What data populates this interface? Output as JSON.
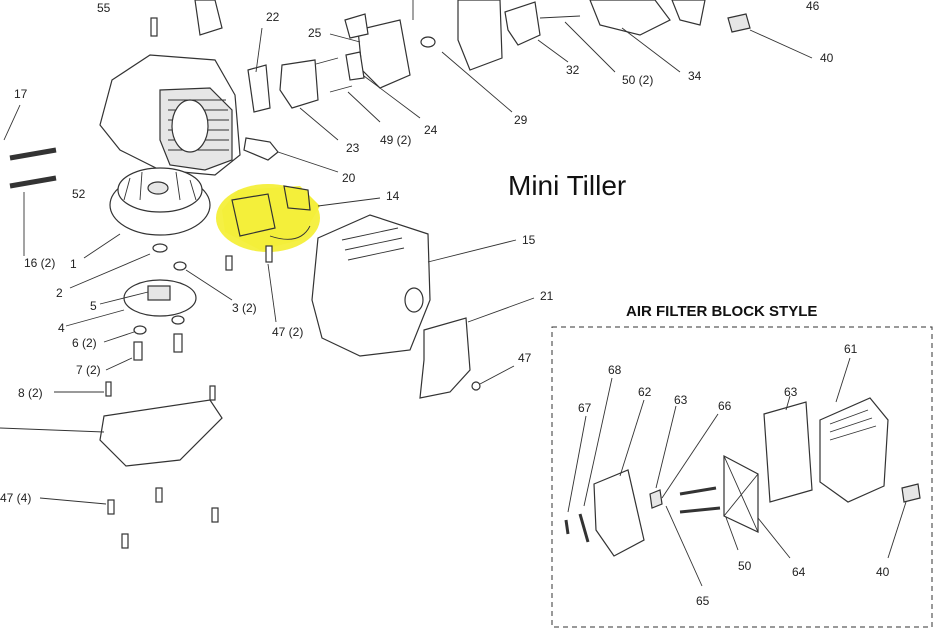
{
  "diagram": {
    "title": "Mini Tiller",
    "inset_title": "AIR FILTER BLOCK STYLE",
    "highlight_color": "#f4ef3a",
    "callouts": {
      "c55": "55",
      "c22": "22",
      "c25": "25",
      "c46": "46",
      "c40a": "40",
      "c32": "32",
      "c50_2": "50 (2)",
      "c34": "34",
      "c29": "29",
      "c49_2": "49 (2)",
      "c24": "24",
      "c23": "23",
      "c20": "20",
      "c17": "17",
      "c52": "52",
      "c14": "14",
      "c15": "15",
      "c16_2": "16 (2)",
      "c1": "1",
      "c2": "2",
      "c3_2": "3 (2)",
      "c5": "5",
      "c4": "4",
      "c47_2": "47 (2)",
      "c21": "21",
      "c6_2": "6 (2)",
      "c7_2": "7 (2)",
      "c47": "47",
      "c8_2": "8 (2)",
      "c47_4": "47 (4)",
      "c61": "61",
      "c68": "68",
      "c62": "62",
      "c63a": "63",
      "c66": "66",
      "c63b": "63",
      "c67": "67",
      "c50": "50",
      "c64": "64",
      "c40b": "40",
      "c65": "65"
    }
  }
}
